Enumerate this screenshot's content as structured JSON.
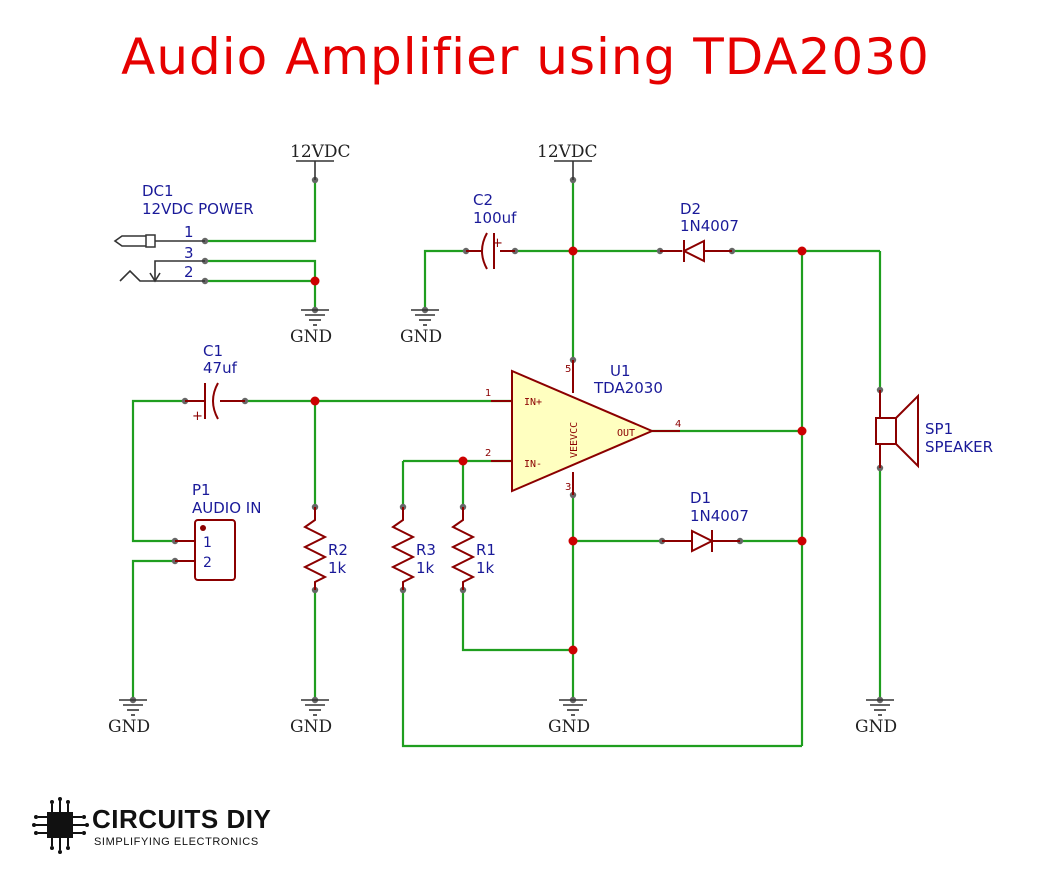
{
  "title": "Audio Amplifier using TDA2030",
  "supply_label": "12VDC",
  "ground_label": "GND",
  "components": {
    "dc1": {
      "ref": "DC1",
      "value": "12VDC POWER",
      "pins": [
        "1",
        "3",
        "2"
      ]
    },
    "c2": {
      "ref": "C2",
      "value": "100uf",
      "polarity": "+"
    },
    "d2": {
      "ref": "D2",
      "value": "1N4007"
    },
    "c1": {
      "ref": "C1",
      "value": "47uf",
      "polarity": "+"
    },
    "u1": {
      "ref": "U1",
      "value": "TDA2030",
      "pin_numbers": {
        "in_plus": "1",
        "in_minus": "2",
        "vee": "3",
        "out": "4",
        "vcc": "5"
      },
      "pin_names": {
        "in_plus": "IN+",
        "in_minus": "IN-",
        "out": "OUT",
        "power": "VEEVCC"
      }
    },
    "sp1": {
      "ref": "SP1",
      "value": "SPEAKER"
    },
    "p1": {
      "ref": "P1",
      "value": "AUDIO IN",
      "pins": [
        "1",
        "2"
      ]
    },
    "r2": {
      "ref": "R2",
      "value": "1k"
    },
    "r3": {
      "ref": "R3",
      "value": "1k"
    },
    "r1": {
      "ref": "R1",
      "value": "1k"
    },
    "d1": {
      "ref": "D1",
      "value": "1N4007"
    }
  },
  "branding": {
    "name": "CIRCUITS DIY",
    "tagline": "SIMPLIFYING ELECTRONICS"
  },
  "colors": {
    "title": "#e60000",
    "wire": "#1f9e1f",
    "component_outline": "#8b0000",
    "opamp_fill": "#ffffc0",
    "label": "#1a1a99"
  }
}
